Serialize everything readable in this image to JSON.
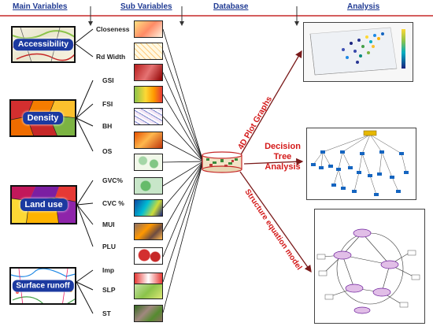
{
  "headers": {
    "main_variables": "Main Variables",
    "sub_variables": "Sub Variables",
    "database": "Database",
    "analysis": "Analysis"
  },
  "main_variables": [
    {
      "label": "Accessibility"
    },
    {
      "label": "Density"
    },
    {
      "label": "Land use"
    },
    {
      "label": "Surface runoff"
    }
  ],
  "sub_variables": [
    "Closeness",
    "Rd Width",
    "GSI",
    "FSI",
    "BH",
    "OS",
    "GVC%",
    "CVC %",
    "MUI",
    "PLU",
    "Imp",
    "SLP",
    "ST"
  ],
  "analysis": {
    "plot4d": "4D Plot Graphs",
    "decision_tree": "Decision Tree Analysis",
    "sem": "Structure equation model"
  },
  "colors": {
    "header_text": "#1f3a93",
    "header_line": "#c62828",
    "label_bg": "#1c3aa0",
    "analysis_text": "#d41a1a"
  }
}
